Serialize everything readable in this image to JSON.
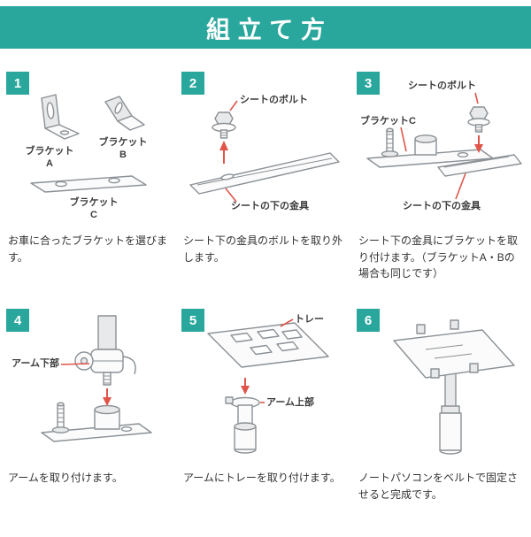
{
  "header": {
    "title": "組立て方"
  },
  "colors": {
    "accent_teal": "#2aa79d",
    "annotation_red": "#e0544a",
    "line_gray": "#8b9196"
  },
  "steps": [
    {
      "number": "1",
      "caption": "お車に合ったブラケットを選びます。",
      "labels": {
        "bracketA": "ブラケットA",
        "bracketB": "ブラケットB",
        "bracketC": "ブラケットC"
      }
    },
    {
      "number": "2",
      "caption": "シート下の金具のボルトを取り外します。",
      "labels": {
        "seatBolt": "シートのボルト",
        "seatMetal": "シートの下の金具"
      }
    },
    {
      "number": "3",
      "caption": "シート下の金具にブラケットを取り付けます。（ブラケットA・Bの場合も同じです）",
      "labels": {
        "seatBolt": "シートのボルト",
        "bracketC": "ブラケットC",
        "seatMetal": "シートの下の金具"
      }
    },
    {
      "number": "4",
      "caption": "アームを取り付けます。",
      "labels": {
        "armLower": "アーム下部"
      }
    },
    {
      "number": "5",
      "caption": "アームにトレーを取り付けます。",
      "labels": {
        "tray": "トレー",
        "armUpper": "アーム上部"
      }
    },
    {
      "number": "6",
      "caption": "ノートパソコンをベルトで固定させると完成です。",
      "labels": {}
    }
  ]
}
